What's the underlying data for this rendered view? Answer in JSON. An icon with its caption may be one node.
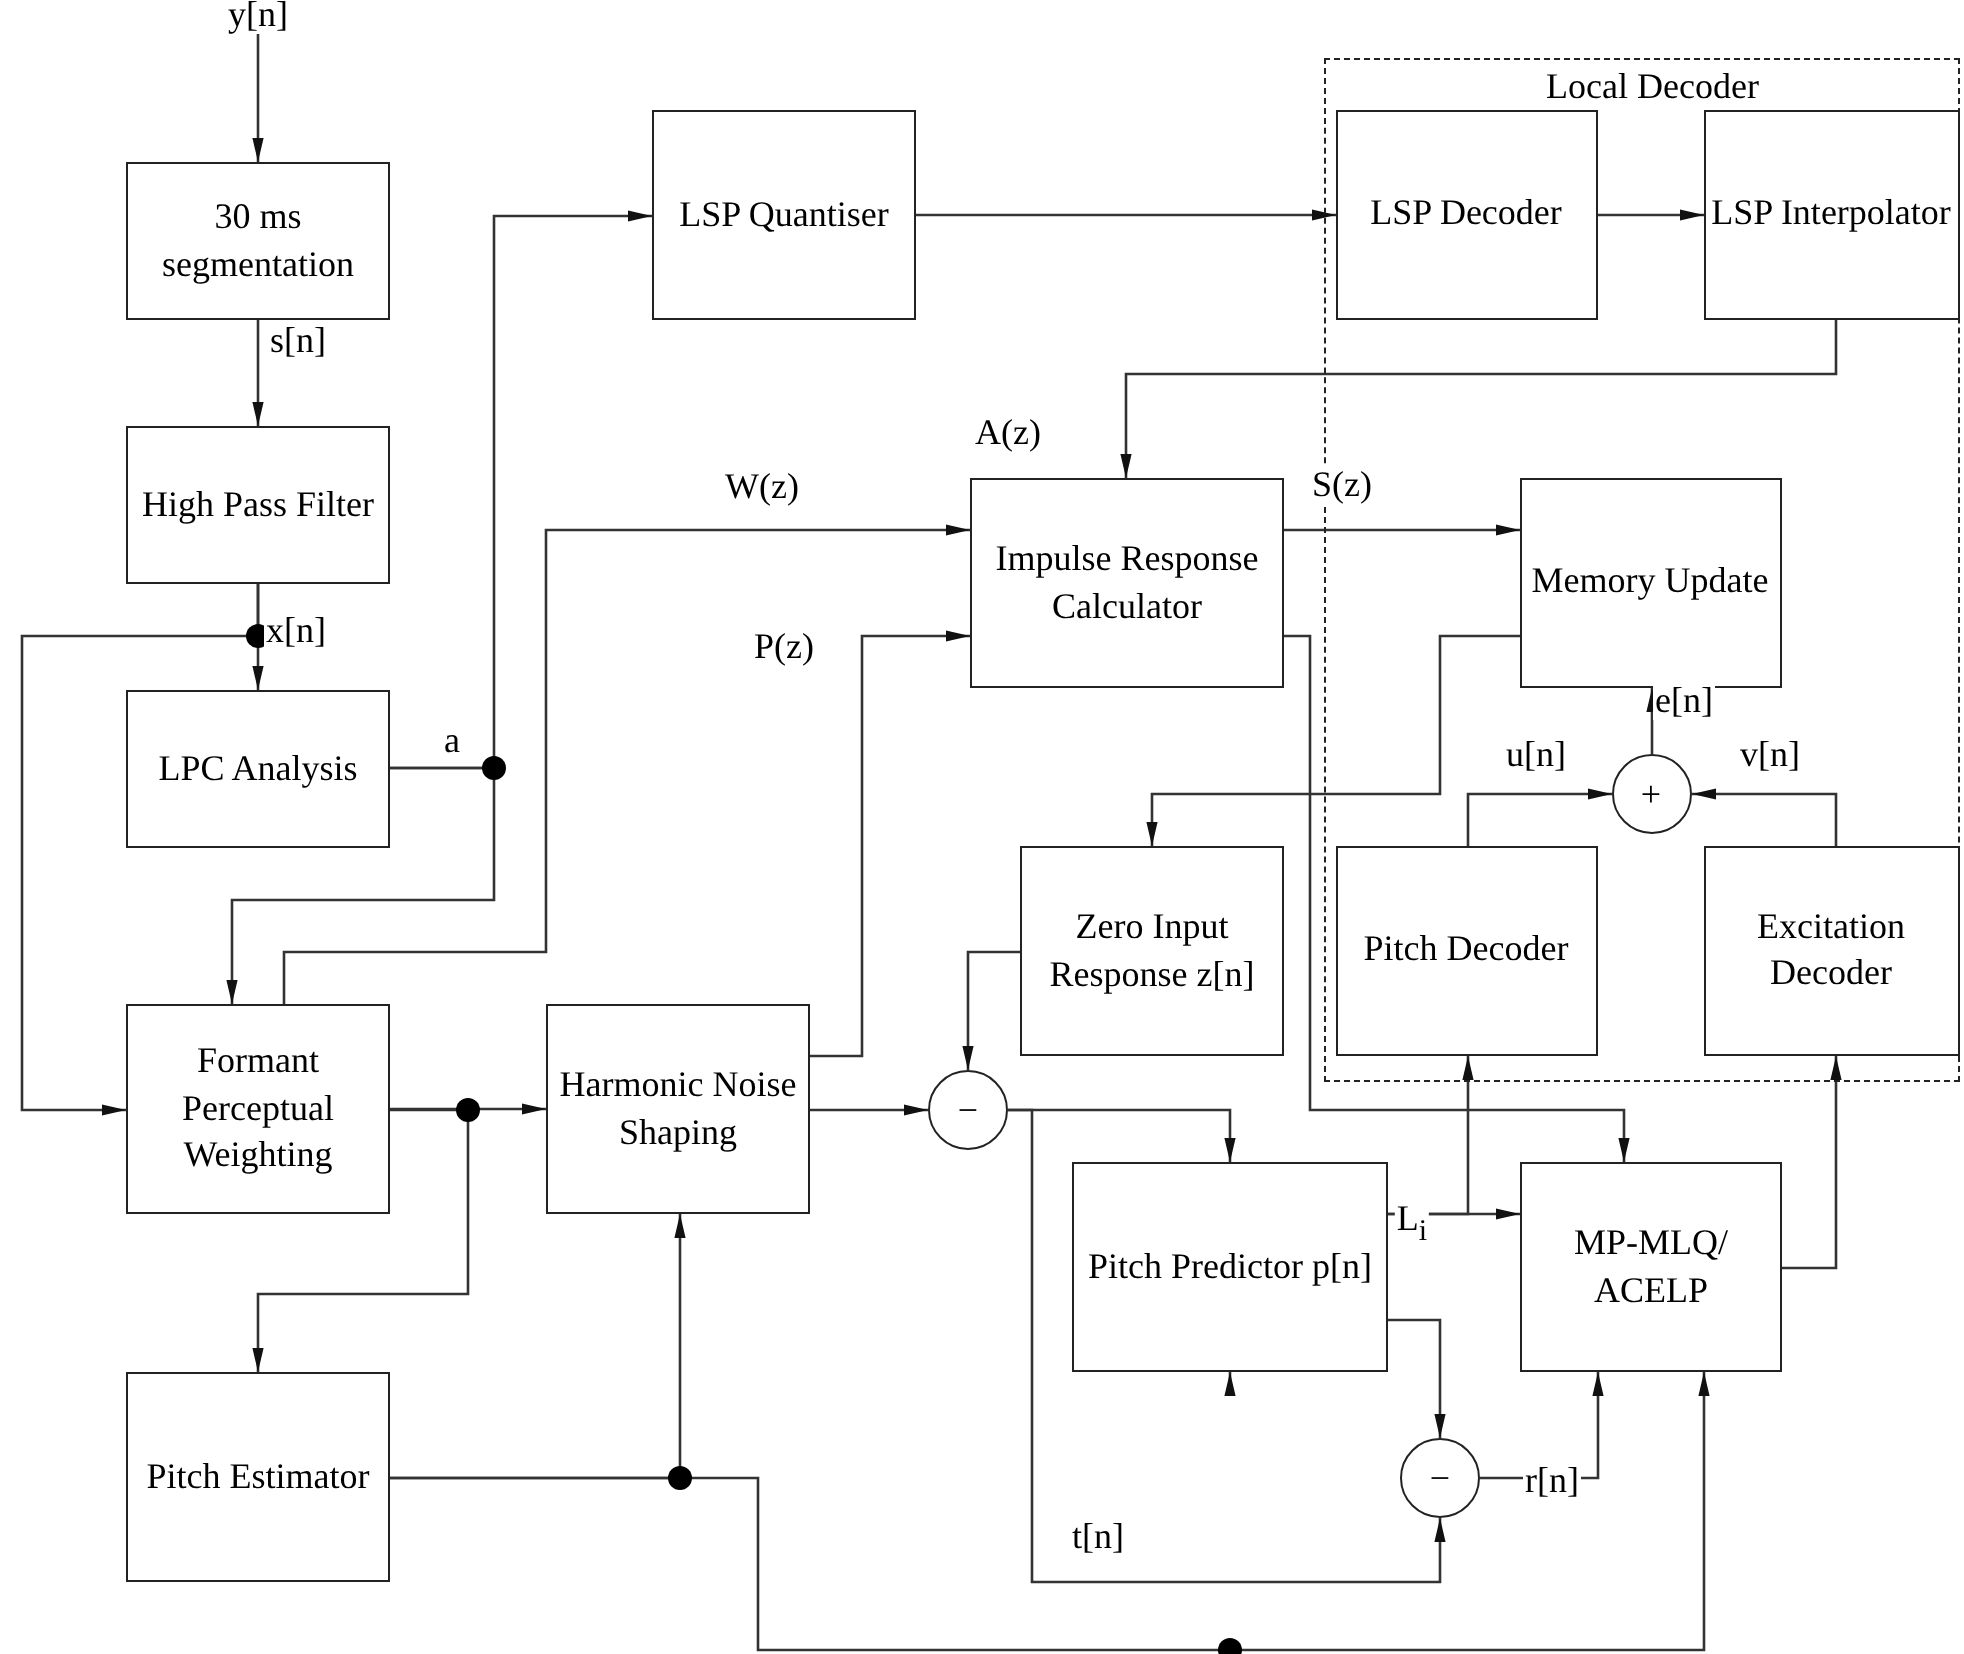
{
  "diagram": {
    "nodes": [
      {
        "text": [
          "30 ms segmentation"
        ]
      },
      {
        "text": [
          "LSP Quantiser"
        ]
      },
      {
        "text": [
          "Local Decoder"
        ]
      },
      {
        "text": [
          "LSP Decoder"
        ],
        "in": 2
      },
      {
        "text": [
          "LSP Interpolator"
        ],
        "in": 2
      },
      {
        "text": [
          "High Pass Filter"
        ]
      },
      {
        "text": [
          "Impulse Response Calculator"
        ]
      },
      {
        "text": [
          "Memory Update"
        ],
        "in": 2
      },
      {
        "text": [
          "+"
        ],
        "in": 2
      },
      {
        "text": [
          "LPC Analysis"
        ]
      },
      {
        "text": [
          "Zero Input Response z[n]"
        ]
      },
      {
        "text": [
          "Pitch Decoder"
        ],
        "in": 2
      },
      {
        "text": [
          "Excitation Decoder"
        ],
        "in": 2
      },
      {
        "text": [
          "Formant Perceptual Weighting"
        ]
      },
      {
        "text": [
          "Harmonic Noise Shaping"
        ]
      },
      {
        "text": [
          "−"
        ]
      },
      {
        "text": [
          "Pitch Predictor p[n]"
        ]
      },
      {
        "text": [
          "MP-MLQ/ ACELP"
        ]
      },
      {
        "text": [
          "−"
        ]
      },
      {
        "text": [
          "Pitch Estimator"
        ]
      }
    ],
    "edges": [
      {
        "from": null,
        "to": 0,
        "arrow": "to",
        "label": "y[n]"
      },
      {
        "from": 0,
        "to": 5,
        "arrow": "to",
        "label": "s[n]"
      },
      {
        "from": 5,
        "to": 9,
        "arrow": "to",
        "label": "x[n]"
      },
      {
        "from": 5,
        "to": 13,
        "arrow": "to"
      },
      {
        "from": 9,
        "to": 1,
        "arrow": "to",
        "label": "a"
      },
      {
        "from": 9,
        "to": 13,
        "arrow": "to"
      },
      {
        "from": 1,
        "to": 3,
        "arrow": "to"
      },
      {
        "from": 3,
        "to": 4,
        "arrow": "to"
      },
      {
        "from": 4,
        "to": 6,
        "arrow": "to",
        "label": "A(z)"
      },
      {
        "from": 13,
        "to": 6,
        "arrow": "to",
        "label": "W(z)"
      },
      {
        "from": 14,
        "to": 6,
        "arrow": "to",
        "label": "P(z)"
      },
      {
        "from": 6,
        "to": 7,
        "arrow": "to",
        "label": "S(z)"
      },
      {
        "from": 6,
        "to": 17,
        "arrow": "to"
      },
      {
        "from": 7,
        "to": 10,
        "arrow": "to"
      },
      {
        "from": 8,
        "to": 7,
        "arrow": "to",
        "label": "e[n]"
      },
      {
        "from": 11,
        "to": 8,
        "arrow": "to",
        "label": "u[n]"
      },
      {
        "from": 12,
        "to": 8,
        "arrow": "to",
        "label": "v[n]"
      },
      {
        "from": 10,
        "to": 15,
        "arrow": "to"
      },
      {
        "from": 13,
        "to": 14,
        "arrow": "to"
      },
      {
        "from": 13,
        "to": 19,
        "arrow": "to"
      },
      {
        "from": 14,
        "to": 15,
        "arrow": "to"
      },
      {
        "from": 15,
        "to": 16,
        "arrow": "to"
      },
      {
        "from": 15,
        "to": 18,
        "arrow": "to",
        "label": "t[n]"
      },
      {
        "from": 16,
        "to": 17,
        "arrow": "to",
        "label": "L$_{i}$"
      },
      {
        "from": 16,
        "to": 11,
        "arrow": "to"
      },
      {
        "from": 16,
        "to": 18,
        "arrow": "to"
      },
      {
        "from": 18,
        "to": 17,
        "arrow": "to",
        "label": "r[n]"
      },
      {
        "from": 17,
        "to": 12,
        "arrow": "to"
      },
      {
        "from": 19,
        "to": 14,
        "arrow": "to"
      },
      {
        "from": 19,
        "to": 17,
        "arrow": "to"
      },
      {
        "from": null,
        "to": 16,
        "arrow": "to"
      }
    ]
  }
}
